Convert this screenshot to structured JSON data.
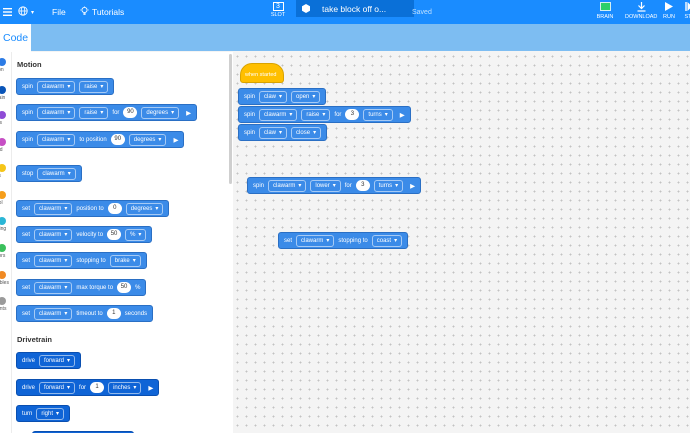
{
  "topbar": {
    "file_label": "File",
    "tutorials_label": "Tutorials",
    "slot_number": "3",
    "slot_label": "SLOT",
    "project_name": "take block off o...",
    "save_status": "Saved",
    "brain_label": "BRAIN",
    "download_label": "DOWNLOAD",
    "run_label": "RUN",
    "step_label": "ST",
    "accent_color": "#1a8cff"
  },
  "tab": {
    "code_label": "Code"
  },
  "categories": [
    {
      "label": "ion",
      "color": "#2c7be5"
    },
    {
      "label": "rain",
      "color": "#0a55b8"
    },
    {
      "label": "cs",
      "color": "#8f4cd6"
    },
    {
      "label": "nd",
      "color": "#c64fc4"
    },
    {
      "label": "ts",
      "color": "#f5c518"
    },
    {
      "label": "rol",
      "color": "#f59e1b"
    },
    {
      "label": "sing",
      "color": "#2bb6d6"
    },
    {
      "label": "tors",
      "color": "#3ac05c"
    },
    {
      "label": "ables",
      "color": "#f08a24"
    },
    {
      "label": "ents",
      "color": "#9a9a9a"
    }
  ],
  "palette": {
    "motion_header": "Motion",
    "drivetrain_header": "Drivetrain",
    "w": {
      "spin": "spin",
      "stop": "stop",
      "set": "set",
      "for": "for",
      "to": "to",
      "to_position": "to position",
      "position_to": "position to",
      "velocity_to": "velocity to",
      "stopping_to": "stopping to",
      "max_torque_to": "max torque to",
      "timeout_to": "timeout to",
      "seconds": "seconds",
      "drive": "drive",
      "turn": "turn",
      "degrees": "degrees",
      "pct": "%",
      "inches": "inches",
      "clawarm": "clawarm",
      "raise": "raise",
      "brake": "brake",
      "forward": "forward",
      "right": "right",
      "v90a": "90",
      "v90b": "90",
      "v0": "0",
      "v50a": "50",
      "v50b": "50",
      "v1a": "1",
      "v1b": "1"
    }
  },
  "workspace": {
    "w": {
      "when_started": "when started",
      "spin": "spin",
      "set": "set",
      "for": "for",
      "claw": "claw",
      "clawarm": "clawarm",
      "open": "open",
      "raise": "raise",
      "close": "close",
      "lower": "lower",
      "turns": "turns",
      "stopping_to": "stopping to",
      "coast": "coast",
      "v3a": "3",
      "v3b": "3"
    }
  }
}
